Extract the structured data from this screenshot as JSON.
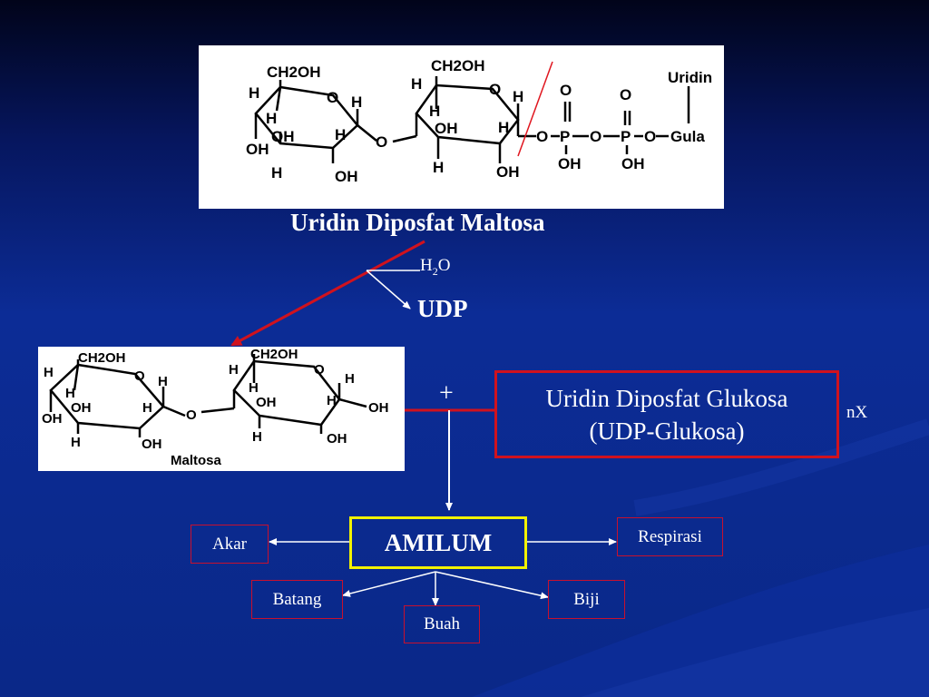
{
  "colors": {
    "bg_top": "#02071f",
    "bg_mid": "#0b2a93",
    "bg_bottom": "#0a2a8c",
    "accent_red": "#d0121e",
    "amilum_border": "#f2f200"
  },
  "top_structure": {
    "atoms": {
      "ch2oh_1": "CH2OH",
      "ch2oh_2": "CH2OH",
      "h": "H",
      "o": "O",
      "oh": "OH",
      "p": "P",
      "uridin": "Uridin",
      "gula": "Gula"
    }
  },
  "top_caption": "Uridin Diposfat Maltosa",
  "water": {
    "prefix": "H",
    "sub": "2",
    "suffix": "O"
  },
  "udp_label": "UDP",
  "maltosa_label": "Maltosa",
  "plus": "+",
  "udp_glukosa": {
    "line1": "Uridin Diposfat Glukosa",
    "line2": "(UDP-Glukosa)"
  },
  "nx_label": "nX",
  "amilum": "AMILUM",
  "targets": {
    "akar": "Akar",
    "respirasi": "Respirasi",
    "batang": "Batang",
    "biji": "Biji",
    "buah": "Buah"
  }
}
